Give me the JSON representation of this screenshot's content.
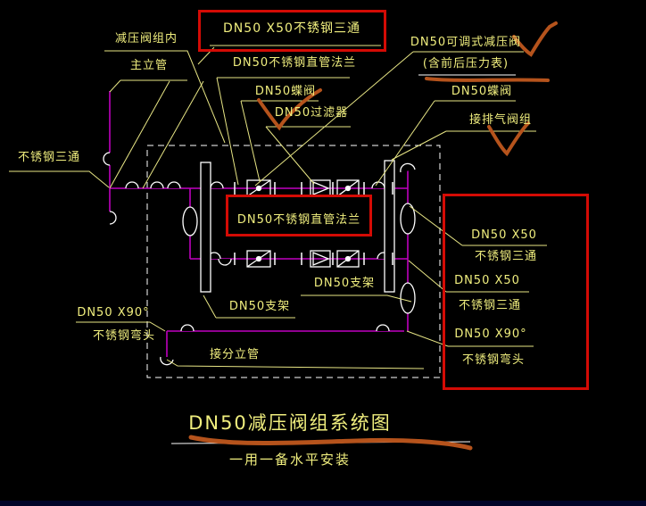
{
  "drawing": {
    "title": "DN50减压阀组系统图",
    "subtitle": "一用一备水平安装",
    "labels": {
      "topTee": "DN50 X50不锈钢三通",
      "groupInner": "减压阀组内",
      "mainRiser": "主立管",
      "flangeTop": "DN50不锈钢直管法兰",
      "butterflyLeft": "DN50蝶阀",
      "filter": "DN50过滤器",
      "adjValve": "DN50可调式减压阀",
      "gauges": "(含前后压力表)",
      "butterflyRight": "DN50蝶阀",
      "ventGroup": "接排气阀组",
      "teeLeft": "不锈钢三通",
      "flangeMid": "DN50不锈钢直管法兰",
      "tee50aSize": "DN50 X50",
      "tee50aName": "不锈钢三通",
      "tee50bSize": "DN50 X50",
      "tee50bName": "不锈钢三通",
      "elbow90rSize": "DN50 X90°",
      "elbow90rName": "不锈钢弯头",
      "supportRight": "DN50支架",
      "supportLeft": "DN50支架",
      "elbow90lSize": "DN50 X90°",
      "elbow90lName": "不锈钢弯头",
      "branchRiser": "接分立管"
    },
    "colors": {
      "background": "#000000",
      "label_yellow": "#f0ee7e",
      "pipe_magenta": "#bf00bf",
      "line_white": "#ffffff",
      "highlight_red": "#d40b05",
      "marker_orange": "#b5531c"
    }
  }
}
